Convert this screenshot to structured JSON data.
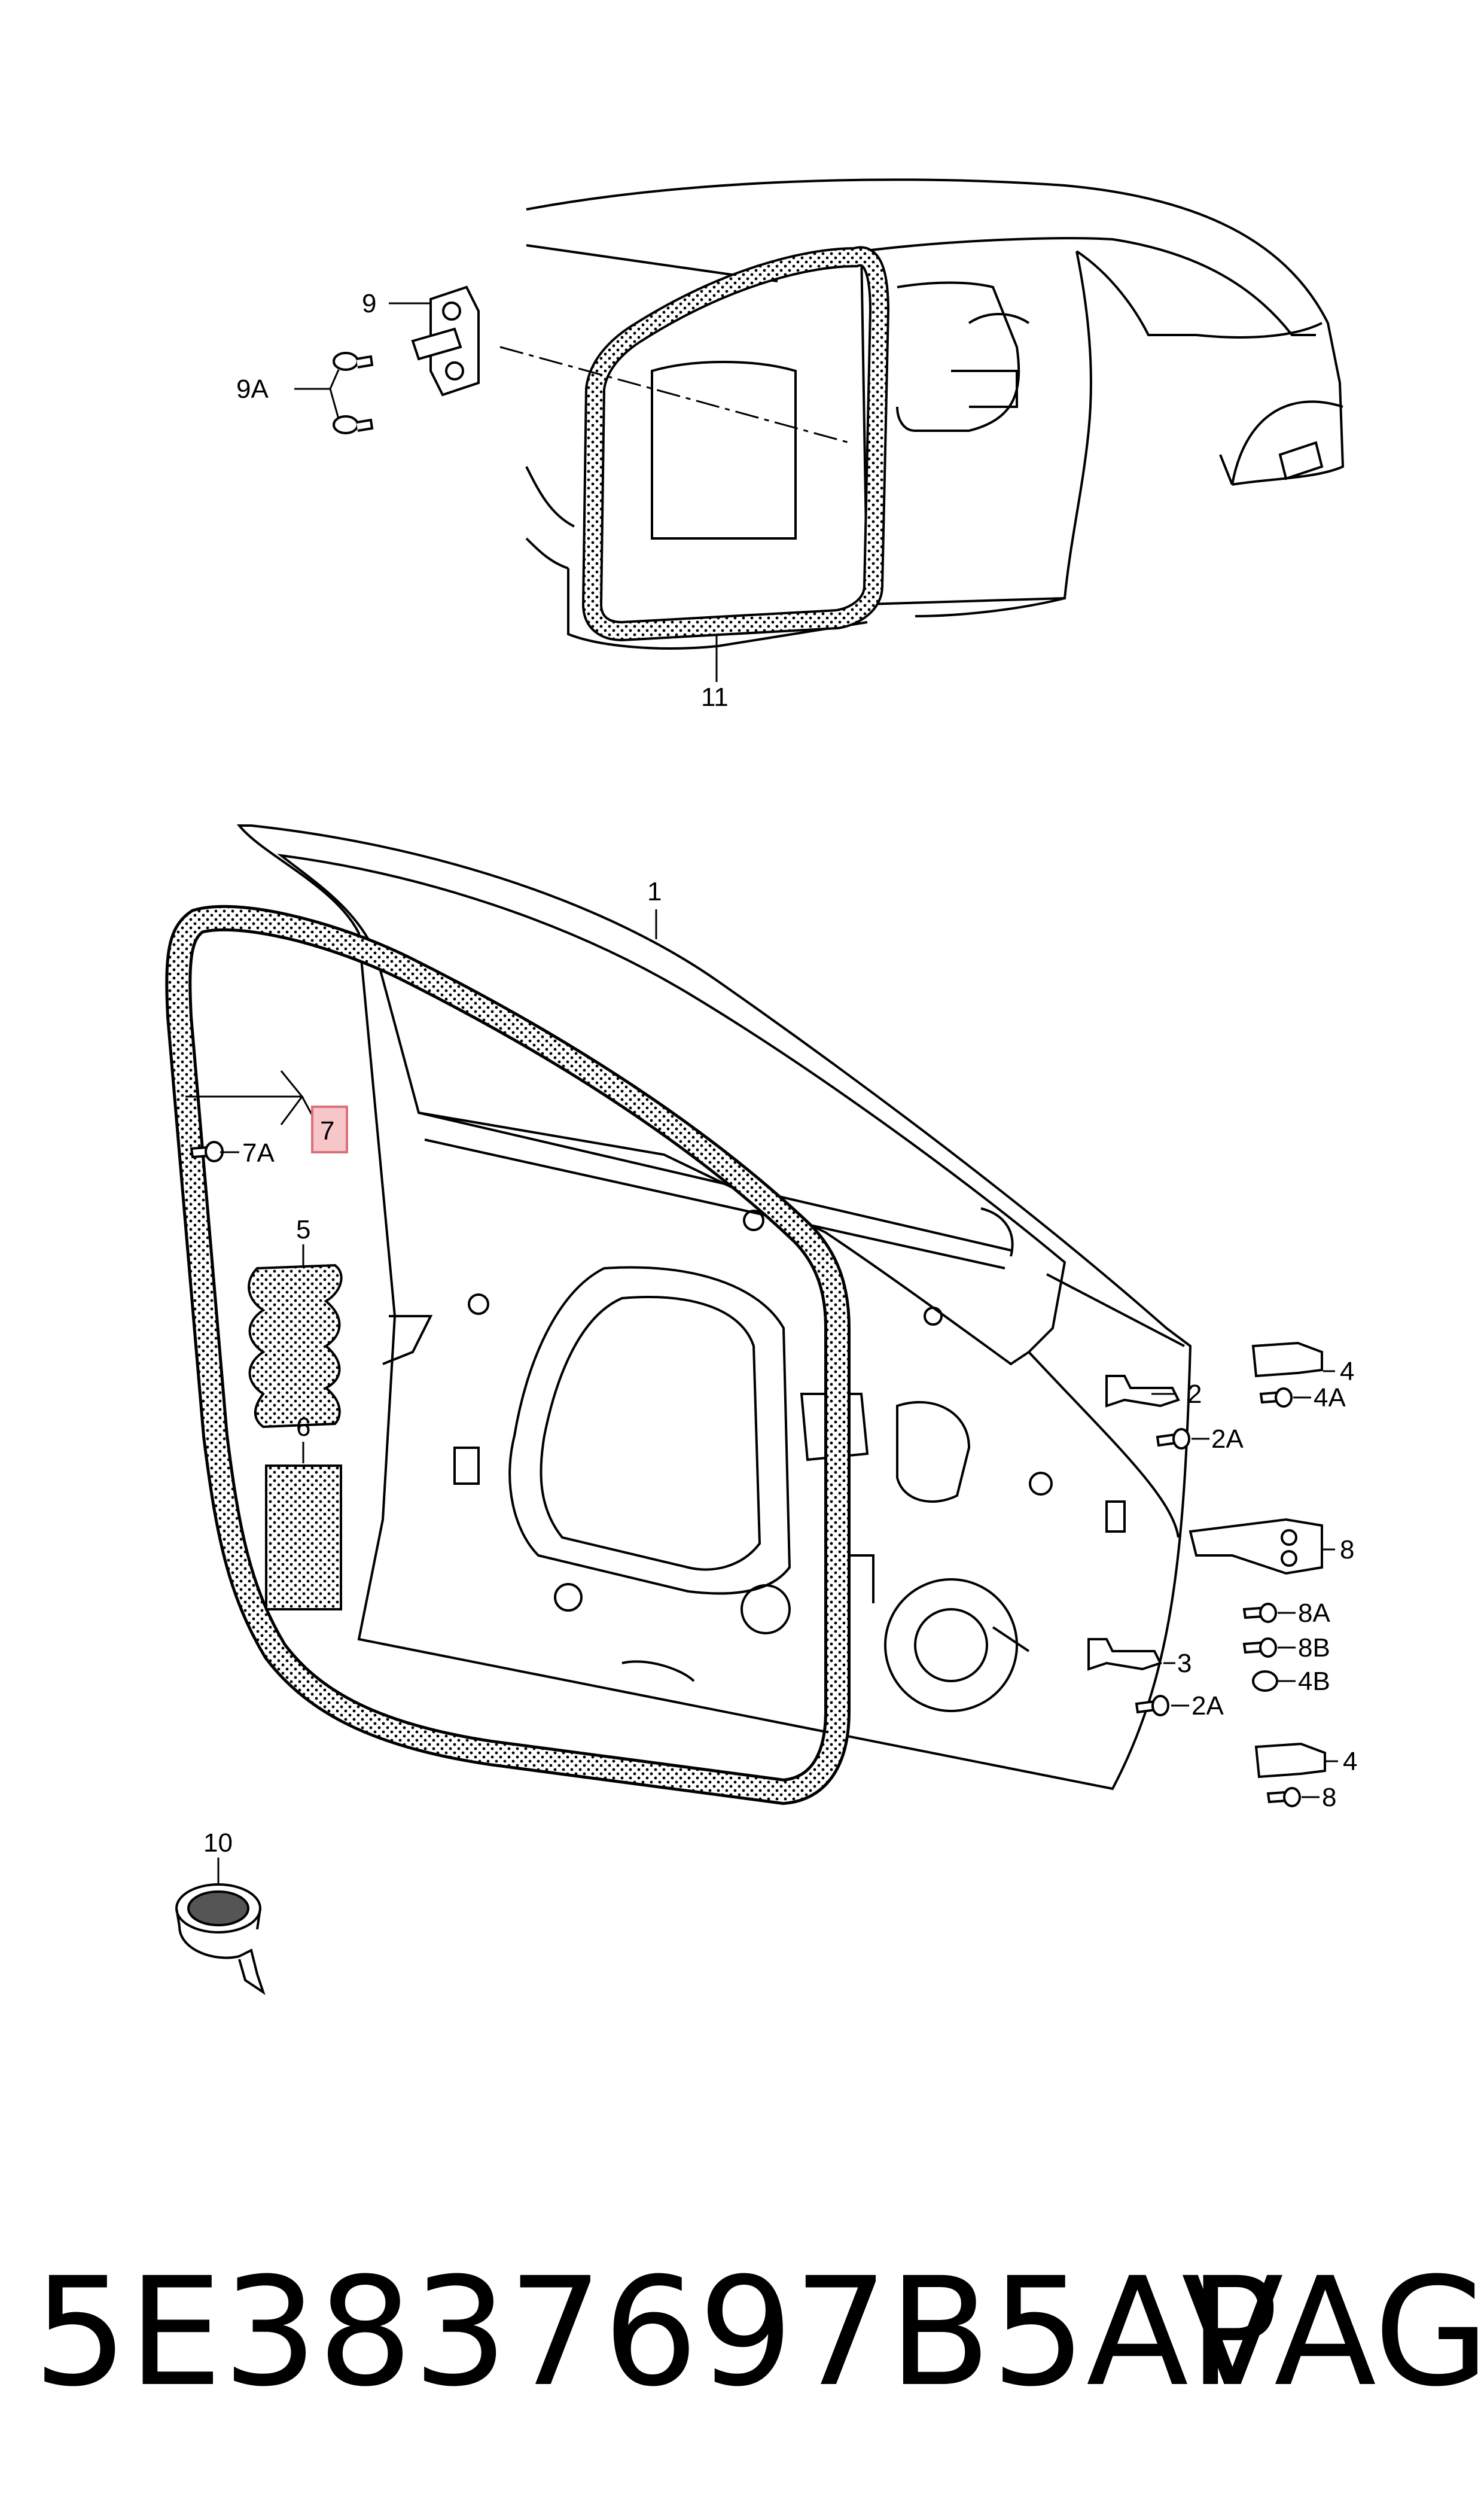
{
  "callouts": {
    "c1": "1",
    "c2": "2",
    "c2A_upper": "2A",
    "c2A_lower": "2A",
    "c3": "3",
    "c4_upper": "4",
    "c4A": "4A",
    "c4B": "4B",
    "c4_lower": "4",
    "c5": "5",
    "c6": "6",
    "c7": "7",
    "c7A": "7A",
    "c8": "8",
    "c8A": "8A",
    "c8B": "8B",
    "c8_lower": "8",
    "c9": "9",
    "c9A": "9A",
    "c10": "10",
    "c11": "11"
  },
  "footer": {
    "part_number": "5E3837697B5AP",
    "brand": "VAG"
  },
  "colors": {
    "line": "#000000",
    "highlight": "#f6c6c9",
    "highlight_border": "#d9727a"
  }
}
